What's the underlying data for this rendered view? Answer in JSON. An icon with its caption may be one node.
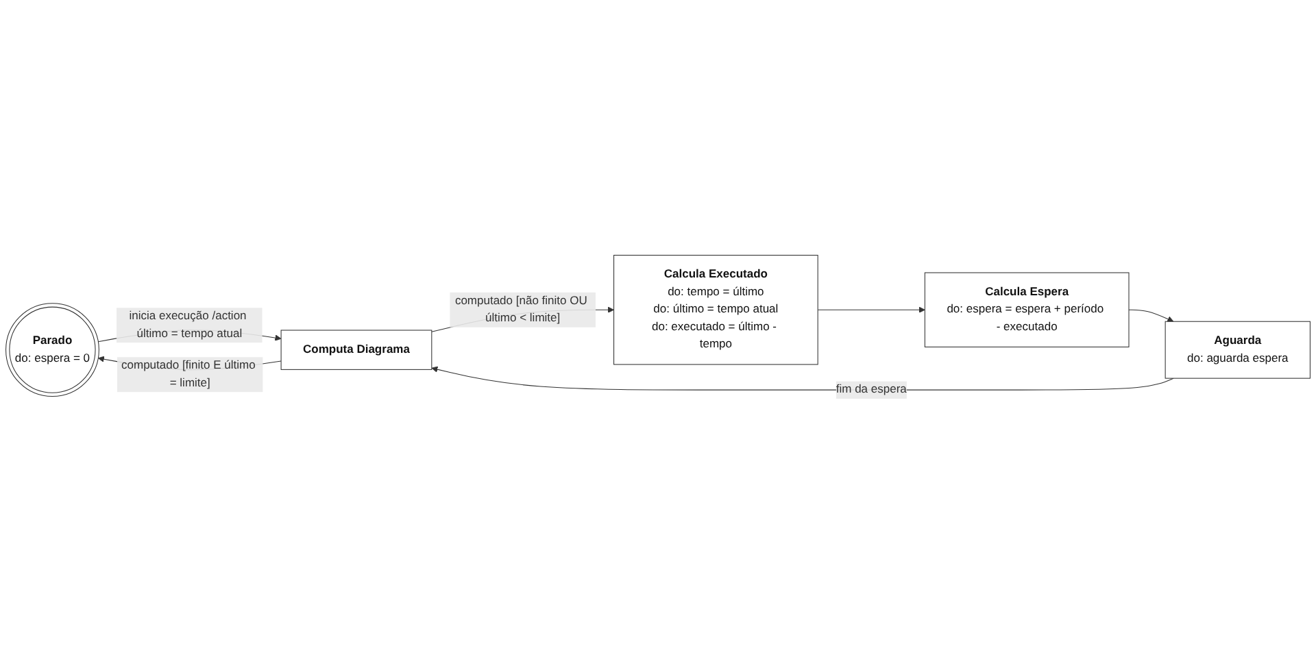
{
  "diagram": {
    "nodes": [
      {
        "text": [
          "Parado",
          "do: espera = 0"
        ]
      },
      {
        "text": [
          "Computa Diagrama"
        ]
      },
      {
        "text": [
          "Calcula Executado",
          "do: tempo = último",
          "do: último = tempo atual",
          "do: executado = último - tempo"
        ]
      },
      {
        "text": [
          "Calcula Espera",
          "do: espera = espera + período - executado"
        ]
      },
      {
        "text": [
          "Aguarda",
          "do: aguarda espera"
        ]
      }
    ],
    "edges": [
      {
        "from": 0,
        "to": 1,
        "arrow": "to",
        "label": "inicia execução /action último = tempo atual"
      },
      {
        "from": 1,
        "to": 0,
        "arrow": "to",
        "label": "computado [finito E último = limite]"
      },
      {
        "from": 1,
        "to": 2,
        "arrow": "to",
        "label": "computado [não finito OU último < limite]"
      },
      {
        "from": 2,
        "to": 3,
        "arrow": "to"
      },
      {
        "from": 3,
        "to": 4,
        "arrow": "to"
      },
      {
        "from": 4,
        "to": 1,
        "arrow": "to",
        "label": "fim da espera"
      }
    ]
  }
}
